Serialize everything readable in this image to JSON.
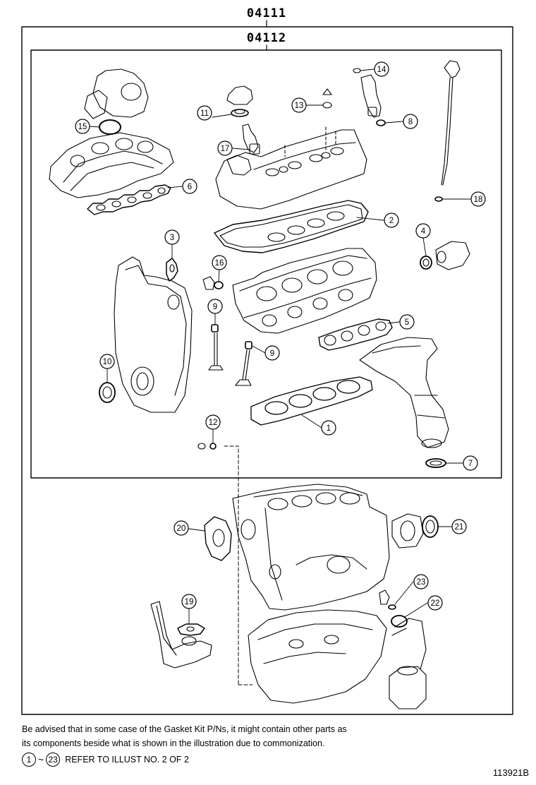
{
  "kit_outer_number": "04111",
  "kit_inner_number": "04112",
  "note_line_1": "Be advised that in some case of the Gasket Kit P/Ns,  it might contain other parts as",
  "note_line_2": "its components beside what is shown in the illustration due to commonization.",
  "refer_start": "1",
  "refer_tilde": "~",
  "refer_end": "23",
  "refer_text": "REFER TO ILLUST NO. 2 OF 2",
  "illustration_code": "113921B",
  "callouts": [
    "1",
    "2",
    "3",
    "4",
    "5",
    "6",
    "7",
    "8",
    "9",
    "9",
    "10",
    "11",
    "12",
    "13",
    "14",
    "15",
    "16",
    "17",
    "18",
    "19",
    "20",
    "21",
    "22",
    "23"
  ]
}
